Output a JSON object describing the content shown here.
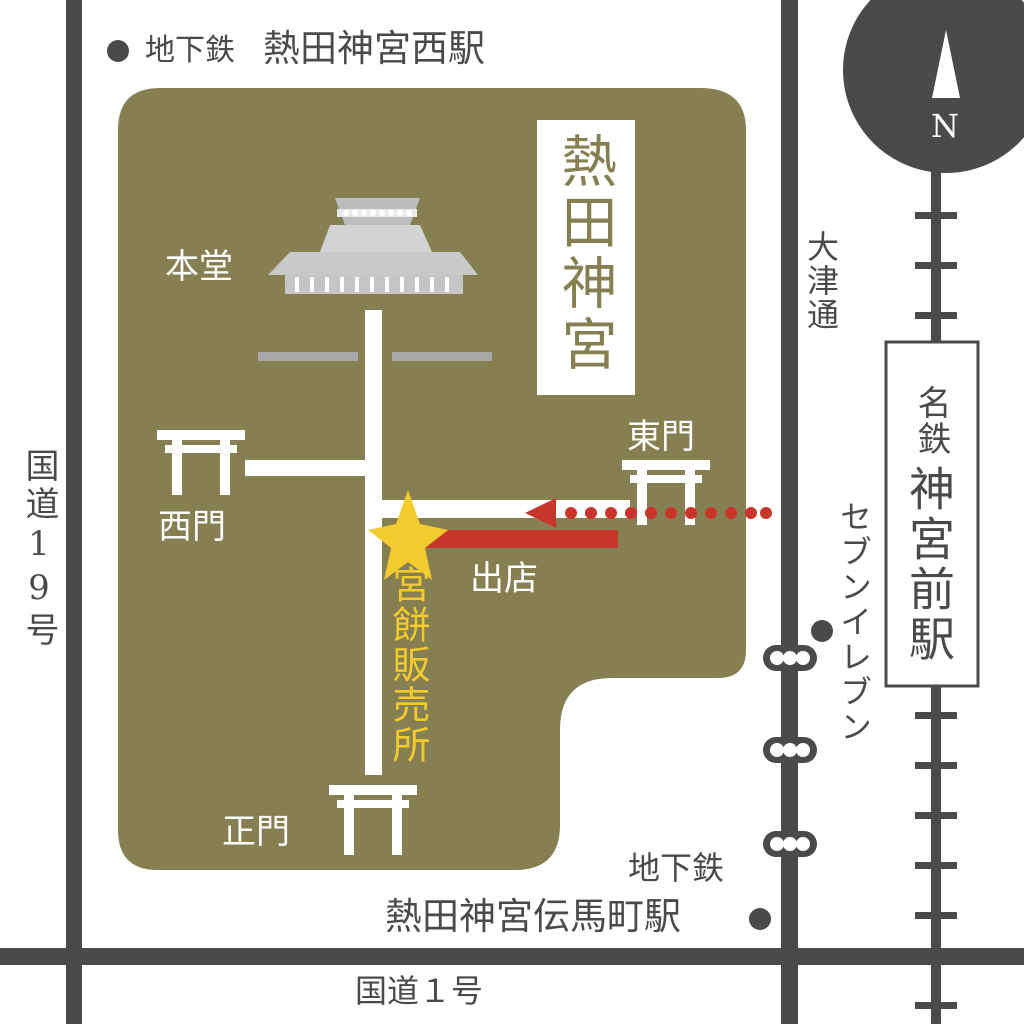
{
  "stations": {
    "west_subway": {
      "prefix": "地下鉄",
      "name": "熱田神宮西駅"
    },
    "denmacho_subway": {
      "prefix": "地下鉄",
      "name": "熱田神宮伝馬町駅"
    },
    "meitetsu": {
      "line": "名鉄",
      "name": "神宮前駅"
    }
  },
  "roads": {
    "route19": "国道19号",
    "route1": "国道１号",
    "otsu": "大津通"
  },
  "shrine": {
    "title": "熱田神宮",
    "main_hall": "本堂",
    "west_gate": "西門",
    "east_gate": "東門",
    "main_gate": "正門"
  },
  "shop": {
    "name": "宮餅販売所",
    "booth": "出店"
  },
  "convenience_store": "セブンイレブン",
  "compass": {
    "label": "N"
  },
  "colors": {
    "grounds": "#857f52",
    "road": "#4a4a4a",
    "route": "#c8362b",
    "star": "#f2cb2e",
    "hall": "#c9c9c9"
  }
}
